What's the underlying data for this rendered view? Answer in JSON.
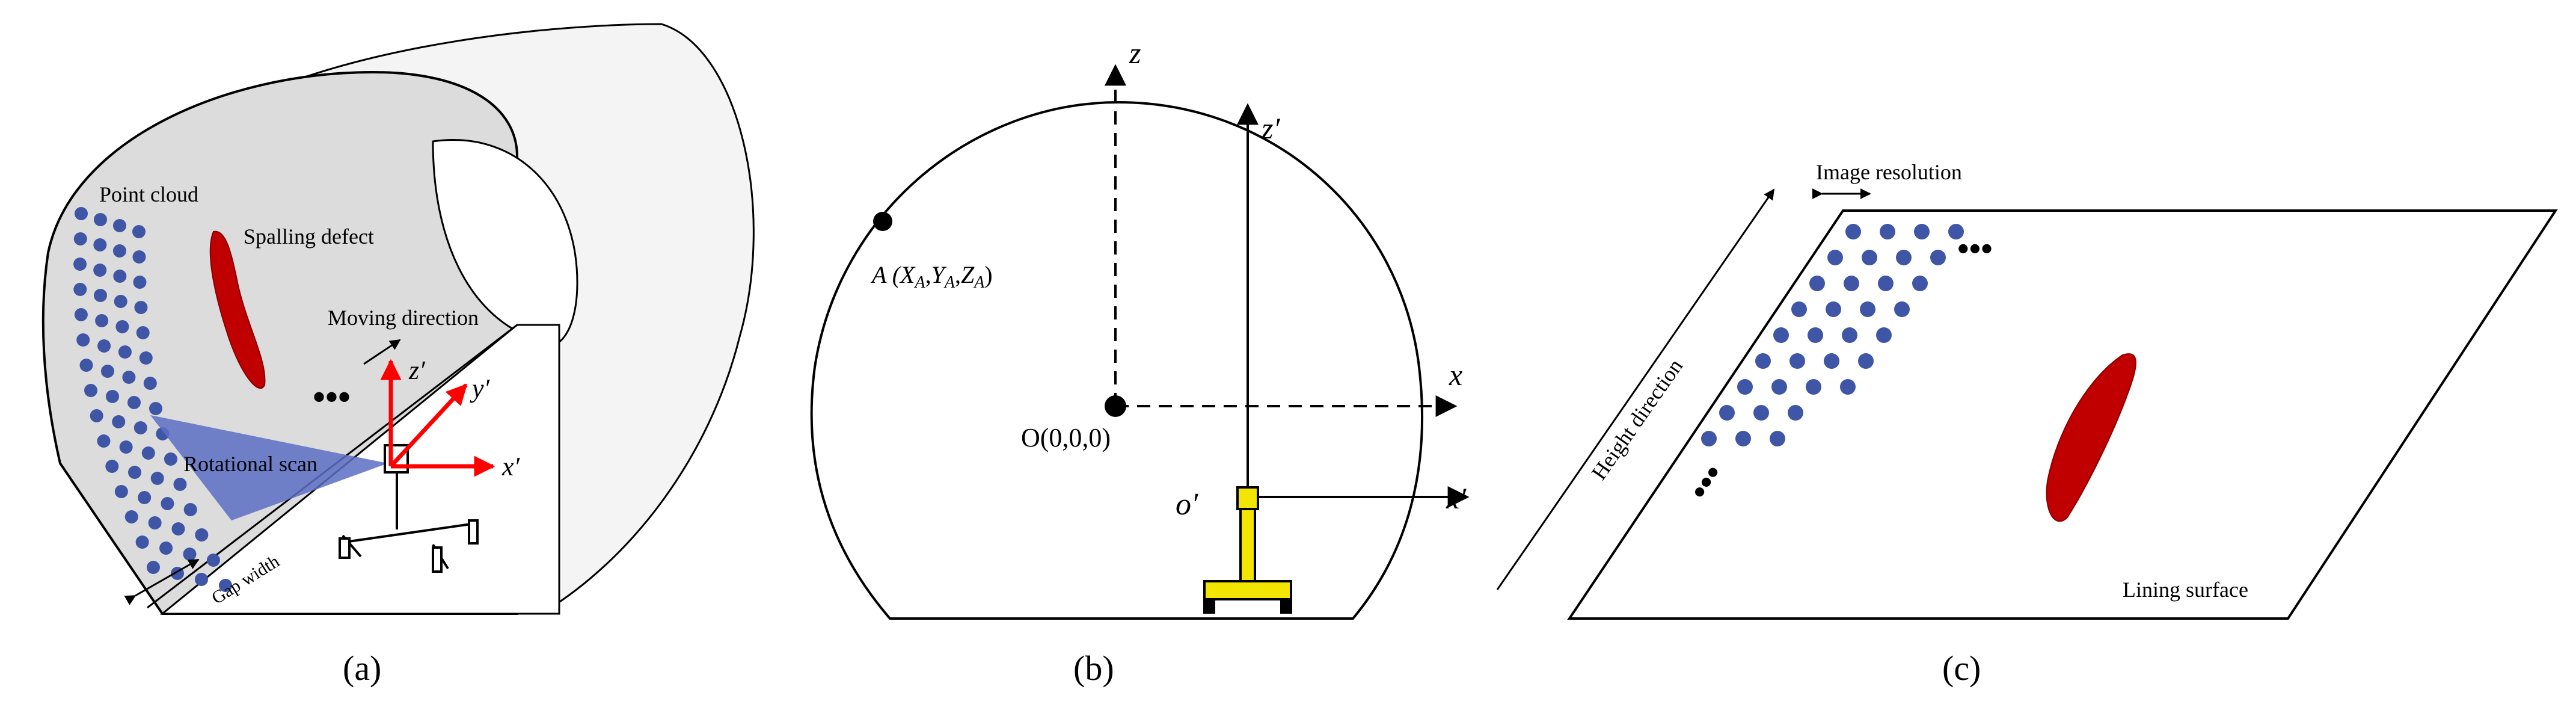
{
  "panel_a": {
    "caption": "(a)",
    "point_cloud_label": "Point cloud",
    "spalling_label": "Spalling defect",
    "moving_label": "Moving direction",
    "rotational_label": "Rotational scan",
    "gap_label": "Gap width",
    "axis_x": "x′",
    "axis_y": "y′",
    "axis_z": "z′",
    "ellipsis": "•••"
  },
  "panel_b": {
    "caption": "(b)",
    "axis_z": "z",
    "axis_x": "x",
    "axis_z_prime": "z′",
    "axis_x_prime": "x′",
    "origin_label": "O(0,0,0)",
    "origin_prime_label": "o′",
    "point_a_label": "A (XA,YA,ZA)",
    "point_a_parts": [
      "A (",
      "X",
      "A",
      ",",
      "Y",
      "A",
      ",",
      "Z",
      "A",
      ")"
    ]
  },
  "panel_c": {
    "caption": "(c)",
    "image_resolution_label": "Image resolution",
    "height_direction_label": "Height direction",
    "lining_surface_label": "Lining surface",
    "ellipsis": "•••"
  },
  "colors": {
    "point_blue": "#3f55a6",
    "defect_red": "#c00000",
    "axis_red": "#ff0000",
    "scan_blue": "#5b6fc4",
    "tunnel_grey": "#dcdcdc",
    "tunnel_light": "#f0f0f0",
    "scanner_yellow": "#f2e600"
  }
}
